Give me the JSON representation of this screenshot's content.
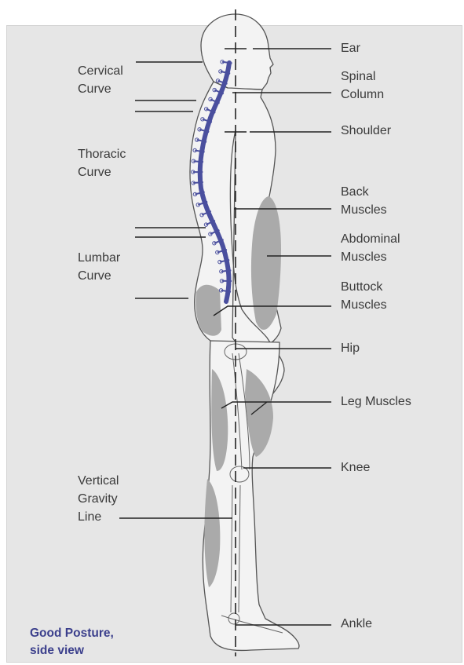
{
  "labels": {
    "cervical": "Cervical\nCurve",
    "thoracic": "Thoracic\nCurve",
    "lumbar": "Lumbar\nCurve",
    "gravity": "Vertical\nGravity\nLine",
    "ear": "Ear",
    "spinal": "Spinal\nColumn",
    "shoulder": "Shoulder",
    "back": "Back\nMuscles",
    "abdominal": "Abdominal\nMuscles",
    "buttock": "Buttock\nMuscles",
    "hip": "Hip",
    "leg": "Leg Muscles",
    "knee": "Knee",
    "ankle": "Ankle"
  },
  "caption": {
    "text": "Good Posture,\nside view",
    "color": "#3b3f8c"
  },
  "colors": {
    "spine": "#4a4f9e",
    "muscle": "#a9a9a9",
    "body_outline": "#555555",
    "body_fill": "#f2f2f2",
    "leader": "#222222"
  }
}
